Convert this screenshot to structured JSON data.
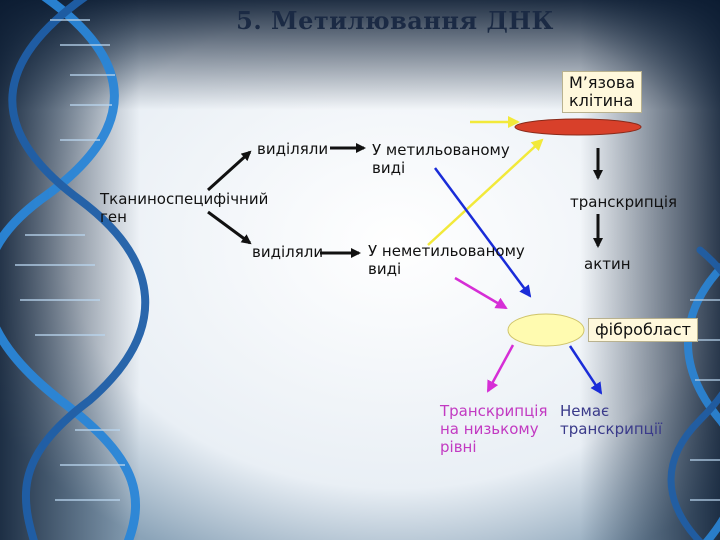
{
  "title": "5. Метилювання ДНК",
  "labels": {
    "muscle_cell": "М’язова\nклітина",
    "isolated_top": "виділяли",
    "methylated_form": "У метильованому\nвиді",
    "tissue_specific_gene": "Тканиноспецифічний\nген",
    "isolated_bottom": "виділяли",
    "unmethylated_form": "У неметильованому\nвиді",
    "transcription_top": "транскрипція",
    "actin": "актин",
    "fibroblast": "фібробласт",
    "transcription_low": "Транскрипція\nна низькому\nрівні",
    "no_transcription": "Немає\nтранскрипції"
  },
  "colors": {
    "background_top": "#0e1f37",
    "background_bottom": "#5d7e98",
    "muscle_cell_fill": "#d8402a",
    "fibroblast_fill": "#fffbb0",
    "arrow_yellow": "#f2e93a",
    "arrow_blue": "#1a2cd8",
    "arrow_magenta": "#d62ed6",
    "arrow_black": "#111111",
    "dna_strand": "#2a86d8"
  }
}
